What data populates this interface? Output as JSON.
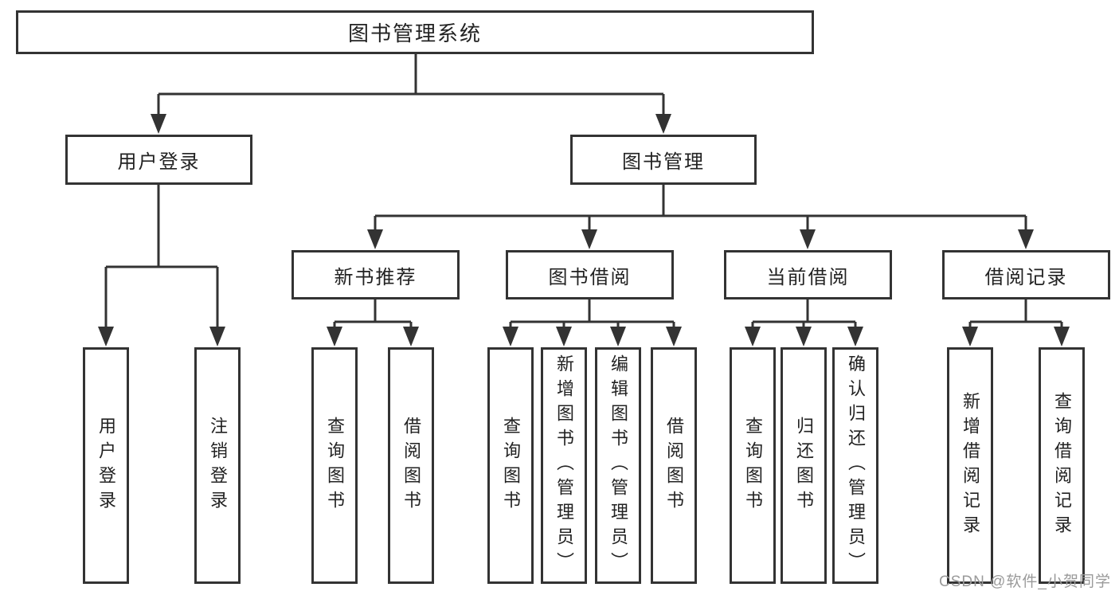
{
  "diagram": {
    "root": {
      "label": "图书管理系统"
    },
    "user_login": {
      "label": "用户登录",
      "children": {
        "login": {
          "label": "用户登录"
        },
        "logout": {
          "label": "注销登录"
        }
      }
    },
    "book_mgmt": {
      "label": "图书管理",
      "children": {
        "new_book": {
          "label": "新书推荐",
          "children": {
            "query": {
              "label": "查询图书"
            },
            "borrow": {
              "label": "借阅图书"
            }
          }
        },
        "borrowing": {
          "label": "图书借阅",
          "children": {
            "query": {
              "label": "查询图书"
            },
            "add": {
              "label": "新增图书（管理员）"
            },
            "edit": {
              "label": "编辑图书（管理员）"
            },
            "borrow": {
              "label": "借阅图书"
            }
          }
        },
        "current": {
          "label": "当前借阅",
          "children": {
            "query": {
              "label": "查询图书"
            },
            "return": {
              "label": "归还图书"
            },
            "confirm": {
              "label": "确认归还（管理员）"
            }
          }
        },
        "records": {
          "label": "借阅记录",
          "children": {
            "add": {
              "label": "新增借阅记录"
            },
            "query": {
              "label": "查询借阅记录"
            }
          }
        }
      }
    }
  },
  "colors": {
    "line": "#333333",
    "text": "#222222",
    "watermark": "#9a9a9a",
    "background": "#ffffff"
  },
  "watermark": "CSDN @软件_小贺同学"
}
